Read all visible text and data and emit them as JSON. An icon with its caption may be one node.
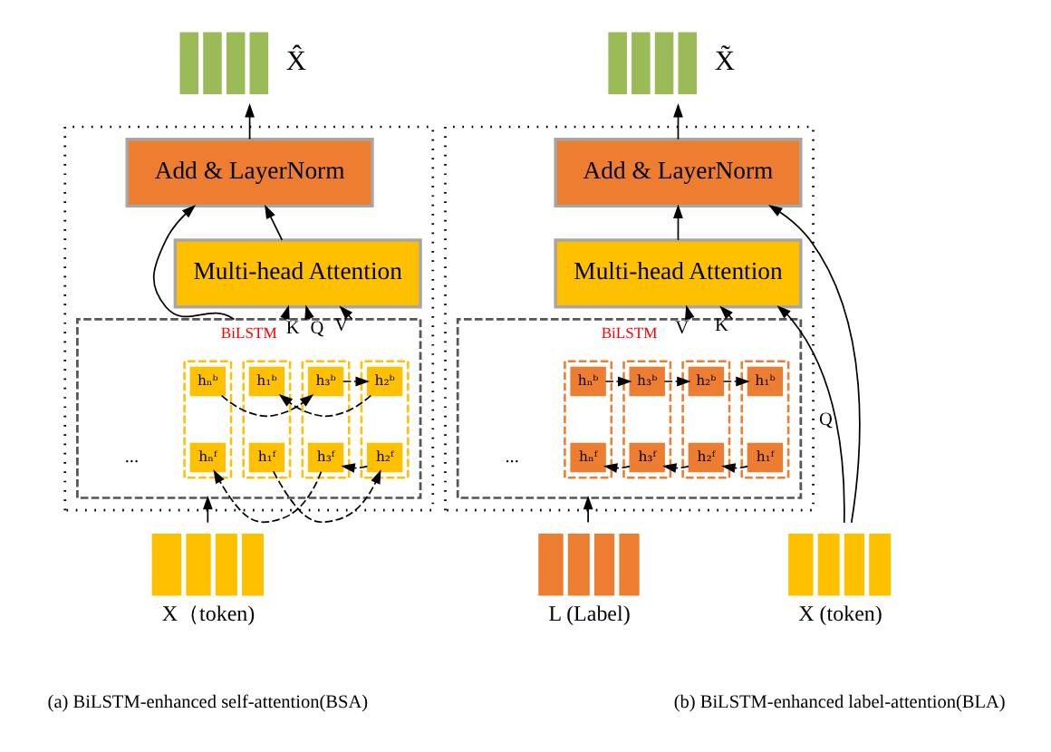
{
  "diagram": {
    "nodes": [
      {
        "text": [],
        "shape": "box"
      },
      {
        "text": [
          "Add & LayerNorm"
        ],
        "in": 0
      },
      {
        "text": [
          "Multi-head Attention"
        ],
        "in": 0
      },
      {
        "text": [
          "BiLSTM"
        ],
        "in": 0
      },
      {
        "text": [],
        "shape": "box",
        "in": 3
      },
      {
        "text": [
          "h₁ᵇ"
        ],
        "in": 4
      },
      {
        "text": [
          "h₁ᶠ"
        ],
        "in": 4
      },
      {
        "text": [],
        "shape": "box",
        "in": 3
      },
      {
        "text": [
          "h₂ᵇ"
        ],
        "in": 7
      },
      {
        "text": [
          "h₂ᶠ"
        ],
        "in": 7
      },
      {
        "text": [],
        "shape": "box",
        "in": 3
      },
      {
        "text": [
          "h₃ᵇ"
        ],
        "in": 10
      },
      {
        "text": [
          "h₃ᶠ"
        ],
        "in": 10
      },
      {
        "text": [],
        "shape": "box",
        "in": 3
      },
      {
        "text": [
          "hₙᵇ"
        ],
        "in": 13
      },
      {
        "text": [
          "hₙᶠ"
        ],
        "in": 13
      },
      {
        "text": [
          "X̂"
        ]
      },
      {
        "text": [
          "X（token)"
        ]
      },
      {
        "text": [],
        "shape": "box"
      },
      {
        "text": [
          "Add & LayerNorm"
        ],
        "in": 18
      },
      {
        "text": [
          "Multi-head Attention"
        ],
        "in": 18
      },
      {
        "text": [
          "BiLSTM"
        ],
        "in": 18
      },
      {
        "text": [],
        "shape": "box",
        "in": 21
      },
      {
        "text": [
          "h₁ᵇ"
        ],
        "in": 22
      },
      {
        "text": [
          "h₁ᶠ"
        ],
        "in": 22
      },
      {
        "text": [],
        "shape": "box",
        "in": 21
      },
      {
        "text": [
          "h₂ᵇ"
        ],
        "in": 25
      },
      {
        "text": [
          "h₂ᶠ"
        ],
        "in": 25
      },
      {
        "text": [],
        "shape": "box",
        "in": 21
      },
      {
        "text": [
          "h₃ᵇ"
        ],
        "in": 28
      },
      {
        "text": [
          "h₃ᶠ"
        ],
        "in": 28
      },
      {
        "text": [],
        "shape": "box",
        "in": 21
      },
      {
        "text": [
          "hₙᵇ"
        ],
        "in": 31
      },
      {
        "text": [
          "hₙᶠ"
        ],
        "in": 31
      },
      {
        "text": [
          "X̃"
        ]
      },
      {
        "text": [
          "X (token)"
        ]
      },
      {
        "text": [
          "L (Label)"
        ]
      }
    ],
    "edges": [
      {
        "from": 17,
        "to": 3,
        "arrow": "to"
      },
      {
        "from": 3,
        "to": 2,
        "arrow": "to",
        "label": "K"
      },
      {
        "from": 3,
        "to": 2,
        "arrow": "to",
        "label": "V"
      },
      {
        "from": 3,
        "to": 2,
        "arrow": "to",
        "label": "Q"
      },
      {
        "from": 3,
        "to": 1,
        "arrow": "to"
      },
      {
        "from": 2,
        "to": 1,
        "arrow": "to"
      },
      {
        "from": 1,
        "to": 16,
        "arrow": "to"
      },
      {
        "from": 8,
        "to": 5,
        "arrow": "to",
        "style": "dashed"
      },
      {
        "from": 11,
        "to": 8,
        "arrow": "to",
        "style": "dashed"
      },
      {
        "from": 14,
        "to": 11,
        "arrow": "to",
        "style": "dashed"
      },
      {
        "from": 6,
        "to": 9,
        "arrow": "to",
        "style": "dashed"
      },
      {
        "from": 9,
        "to": 12,
        "arrow": "to",
        "style": "dashed"
      },
      {
        "from": 12,
        "to": 15,
        "arrow": "to",
        "style": "dashed"
      },
      {
        "from": 35,
        "to": 19,
        "arrow": "to"
      },
      {
        "from": 35,
        "to": 20,
        "arrow": "to",
        "label": "Q"
      },
      {
        "from": 36,
        "to": 21,
        "arrow": "to"
      },
      {
        "from": 21,
        "to": 20,
        "arrow": "to",
        "label": "K"
      },
      {
        "from": 21,
        "to": 20,
        "arrow": "to",
        "label": "V"
      },
      {
        "from": 20,
        "to": 19,
        "arrow": "to"
      },
      {
        "from": 19,
        "to": 34,
        "arrow": "to"
      },
      {
        "from": 26,
        "to": 23,
        "arrow": "to",
        "style": "dashed"
      },
      {
        "from": 29,
        "to": 26,
        "arrow": "to",
        "style": "dashed"
      },
      {
        "from": 32,
        "to": 29,
        "arrow": "to",
        "style": "dashed"
      },
      {
        "from": 24,
        "to": 27,
        "arrow": "to",
        "style": "dashed"
      },
      {
        "from": 27,
        "to": 30,
        "arrow": "to",
        "style": "dashed"
      },
      {
        "from": 30,
        "to": 33,
        "arrow": "to",
        "style": "dashed"
      }
    ],
    "labels": [
      "...",
      "...",
      "(a) BiLSTM-enhanced self-attention(BSA)",
      "(b) BiLSTM-enhanced label-attention(BLA)"
    ]
  }
}
